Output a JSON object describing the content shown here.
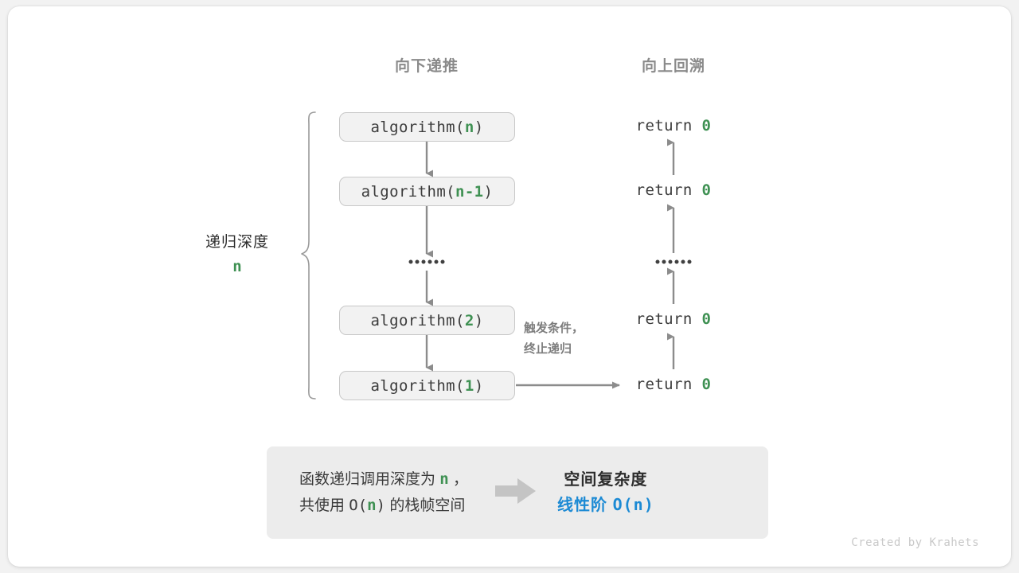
{
  "headers": {
    "down": "向下递推",
    "up": "向上回溯"
  },
  "depth": {
    "label": "递归深度",
    "value": "n"
  },
  "calls": [
    {
      "prefix": "algorithm(",
      "arg": "n",
      "suffix": ")"
    },
    {
      "prefix": "algorithm(",
      "arg": "n-1",
      "suffix": ")"
    },
    {
      "prefix": "algorithm(",
      "arg": "2",
      "suffix": ")"
    },
    {
      "prefix": "algorithm(",
      "arg": "1",
      "suffix": ")"
    }
  ],
  "returns": [
    {
      "text": "return ",
      "value": "0"
    },
    {
      "text": "return ",
      "value": "0"
    },
    {
      "text": "return ",
      "value": "0"
    },
    {
      "text": "return ",
      "value": "0"
    }
  ],
  "trigger": {
    "line1": "触发条件，",
    "line2": "终止递归"
  },
  "summary": {
    "left_line1_a": "函数递归调用深度为 ",
    "left_line1_var": "n",
    "left_line1_b": " ，",
    "left_line2_a": "共使用 ",
    "left_line2_o": "O(",
    "left_line2_var": "n",
    "left_line2_c": ")",
    "left_line2_b": " 的栈帧空间",
    "title": "空间复杂度",
    "value_text": "线性阶 ",
    "value_mono": "O(n)"
  },
  "credit": "Created by Krahets",
  "colors": {
    "green": "#3f9153",
    "blue": "#1c8ad4",
    "gray_header": "#8a8a8a",
    "arrow": "#8c8c8c",
    "box_fill": "#f2f2f2",
    "box_border": "#c8c8c8",
    "panel_fill": "#ececec"
  }
}
